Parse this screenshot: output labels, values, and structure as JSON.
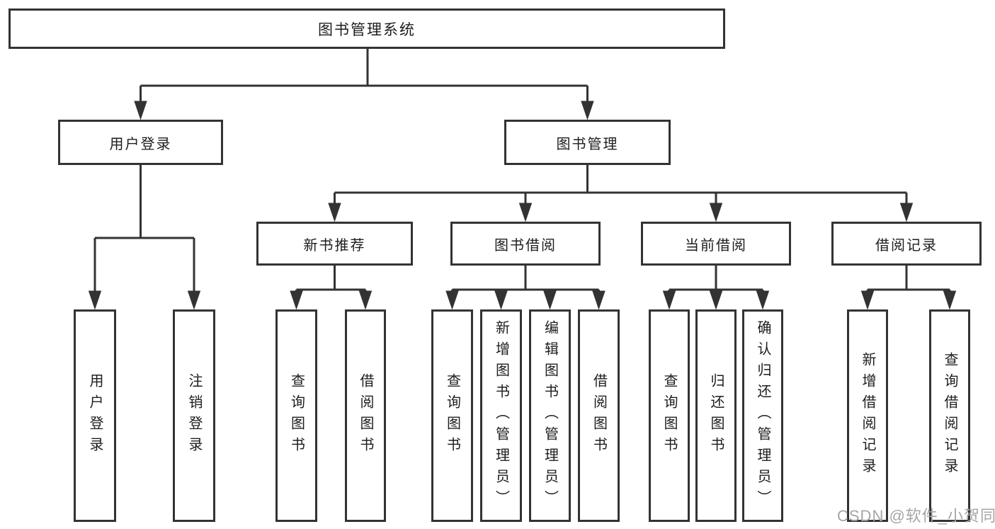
{
  "diagram": {
    "root": {
      "label": "图书管理系统"
    },
    "level2": [
      {
        "label": "用户登录"
      },
      {
        "label": "图书管理"
      }
    ],
    "level3": [
      {
        "label": "新书推荐"
      },
      {
        "label": "图书借阅"
      },
      {
        "label": "当前借阅"
      },
      {
        "label": "借阅记录"
      }
    ],
    "leaves": {
      "user": [
        {
          "label": "用户登录"
        },
        {
          "label": "注销登录"
        }
      ],
      "newbook": [
        {
          "label": "查询图书"
        },
        {
          "label": "借阅图书"
        }
      ],
      "borrow": [
        {
          "label": "查询图书"
        },
        {
          "label": "新增图书（管理员）"
        },
        {
          "label": "编辑图书（管理员）"
        },
        {
          "label": "借阅图书"
        }
      ],
      "current": [
        {
          "label": "查询图书"
        },
        {
          "label": "归还图书"
        },
        {
          "label": "确认归还（管理员）"
        }
      ],
      "records": [
        {
          "label": "新增借阅记录"
        },
        {
          "label": "查询借阅记录"
        }
      ]
    },
    "watermark": "CSDN @软件_小贺同学",
    "colors": {
      "line": "#333333",
      "text": "#1d1d1d",
      "box_fill": "#ffffff",
      "watermark": "#a5a5a5",
      "background": "#ffffff"
    }
  }
}
